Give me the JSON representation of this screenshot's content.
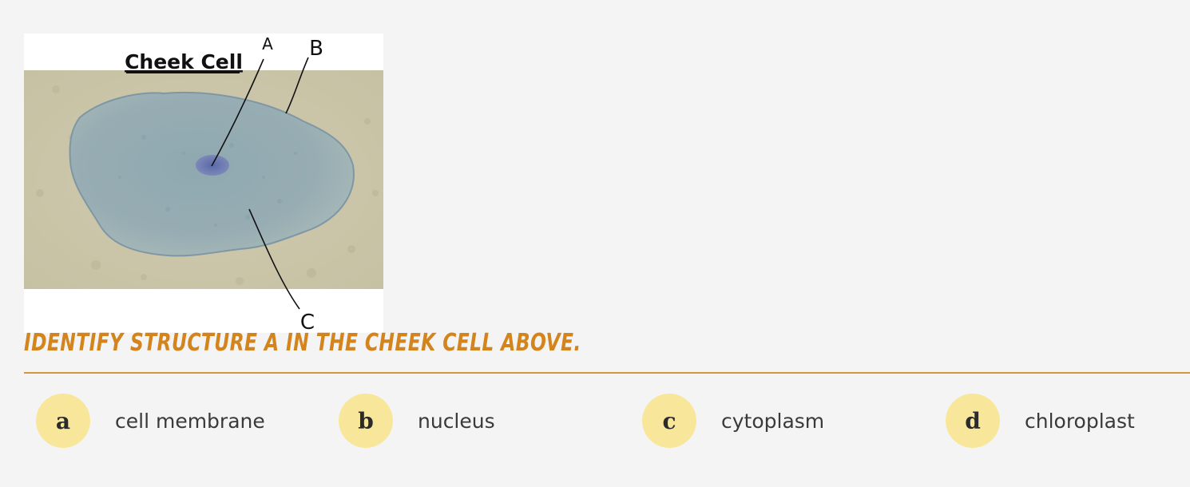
{
  "figure": {
    "title": "Cheek Cell",
    "labels": {
      "a": "A",
      "b": "B",
      "c": "C"
    }
  },
  "question": {
    "text": "Identify structure A in the cheek cell above."
  },
  "options": [
    {
      "letter": "a",
      "text": "cell membrane"
    },
    {
      "letter": "b",
      "text": "nucleus"
    },
    {
      "letter": "c",
      "text": "cytoplasm"
    },
    {
      "letter": "d",
      "text": "chloroplast"
    }
  ],
  "colors": {
    "question_text": "#d4841c",
    "divider": "#d09640",
    "option_circle": "#f8e79a",
    "background": "#f4f4f4"
  }
}
